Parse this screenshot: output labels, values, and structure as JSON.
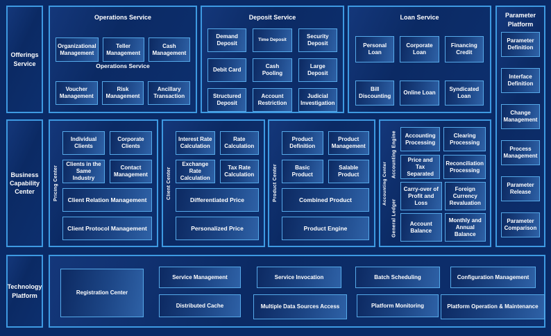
{
  "colors": {
    "background": "#0a2a66",
    "panel_fill": "#0d2f6e",
    "panel_border": "#3e9ae2",
    "box_border": "#56aaea",
    "box_gradient_start": "#0e2c65",
    "box_gradient_end": "#2e61a6",
    "text": "#ffffff"
  },
  "left_rail": {
    "offerings_label": "Offerings Service",
    "business_label": "Business Capability Center",
    "technology_label": "Technology Platform"
  },
  "operations": {
    "title": "Operations Service",
    "subtitle": "Operations Service",
    "row1": [
      "Organizational Management",
      "Teller Management",
      "Cash Management"
    ],
    "row2": [
      "Voucher Management",
      "Risk Management",
      "Ancillary Transaction"
    ]
  },
  "deposit": {
    "title": "Deposit Service",
    "items": [
      "Demand Deposit",
      "Time Deposit",
      "Security Deposit",
      "Debit Card",
      "Cash Pooling",
      "Large Deposit",
      "Structured Deposit",
      "Account Restriction",
      "Judicial Investigation"
    ]
  },
  "loan": {
    "title": "Loan Service",
    "items": [
      "Personal Loan",
      "Corporate Loan",
      "Financing Credit",
      "Bill Discounting",
      "Online Loan",
      "Syndicated Loan"
    ]
  },
  "parameter_platform": {
    "title": "Parameter Platform",
    "items": [
      "Parameter Definition",
      "Interface Definition",
      "Change Management",
      "Process Management",
      "Parameter Release",
      "Parameter Comparison"
    ]
  },
  "pricing_center": {
    "label": "Pricing Center",
    "small_items": [
      "Individual Clients",
      "Corporate Clients",
      "Clients in the Same Industry",
      "Contact Management"
    ],
    "wide_items": [
      "Client Relation Management",
      "Client Protocol Management"
    ]
  },
  "client_center": {
    "label": "Client Center",
    "small_items": [
      "Interest Rate Calculation",
      "Rate Calculation",
      "Exchange Rate Calculation",
      "Tax Rate Calculation"
    ],
    "wide_items": [
      "Differentiated Price",
      "Personalized Price"
    ]
  },
  "product_center": {
    "label": "Product Center",
    "small_items": [
      "Product Definition",
      "Product Management",
      "Basic Product",
      "Salable Product"
    ],
    "wide_items": [
      "Combined Product",
      "Product Engine"
    ]
  },
  "accounting_center": {
    "label": "Accounting Center",
    "engine_label": "Accounting Engine",
    "ledger_label": "General Ledger",
    "engine_items": [
      "Accounting Processing",
      "Clearing Processing",
      "Price and Tax Separated",
      "Reconciliation Processing"
    ],
    "ledger_items": [
      "Carry-over of Profit and Loss",
      "Foreign Currency Revaluation",
      "Account Balance",
      "Monthly and Annual Balance"
    ]
  },
  "technology": {
    "registration_label": "Registration Center",
    "columns": [
      [
        "Service Management",
        "Distributed Cache"
      ],
      [
        "Service Invocation",
        "Multiple Data Sources Access"
      ],
      [
        "Batch Scheduling",
        "Platform Monitoring"
      ],
      [
        "Configuration Management",
        "Platform Operation & Maintenance"
      ]
    ]
  }
}
